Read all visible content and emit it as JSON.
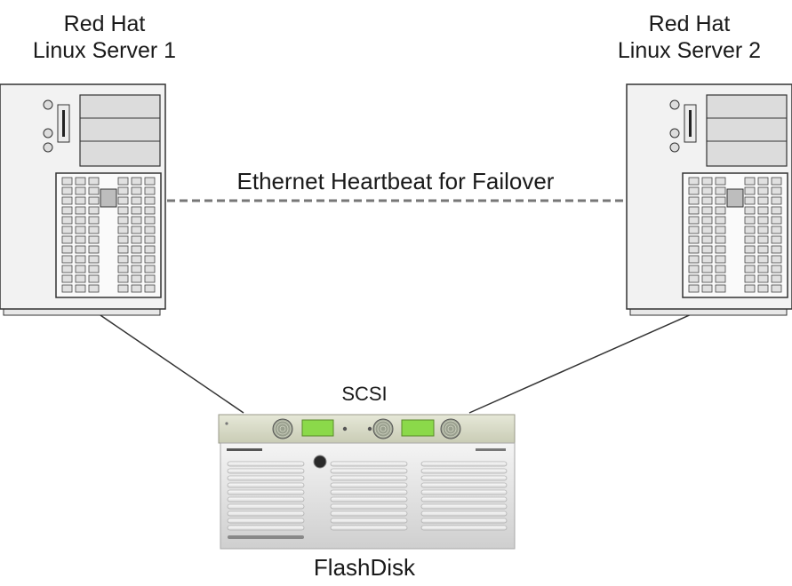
{
  "servers": [
    {
      "line1": "Red Hat",
      "line2": "Linux Server 1"
    },
    {
      "line1": "Red Hat",
      "line2": "Linux Server 2"
    }
  ],
  "heartbeat_label": "Ethernet Heartbeat for Failover",
  "scsi_label": "SCSI",
  "storage_label": "FlashDisk",
  "colors": {
    "line": "#333333",
    "dashed_line": "#777777",
    "server_body": "#f2f2f2",
    "server_outline": "#333333",
    "cell": "#e0e0e0",
    "display_green": "#8bd94a"
  }
}
